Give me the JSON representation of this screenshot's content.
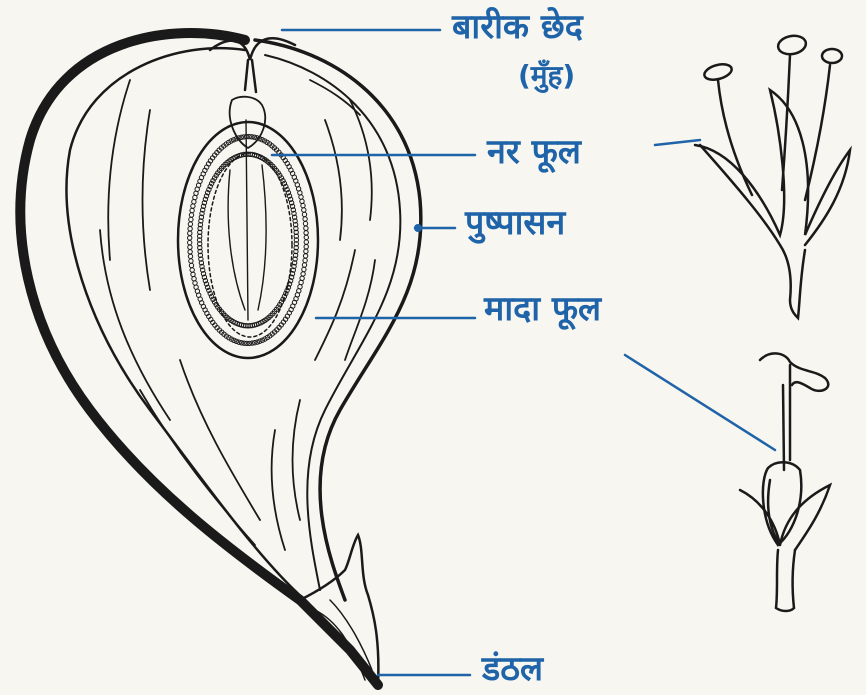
{
  "labels": {
    "ostiole": "बारीक छेद",
    "ostiole_sub": "(मुँह)",
    "male_flower": "नर फूल",
    "receptacle": "पुष्पासन",
    "female_flower": "मादा फूल",
    "stalk": "डंठल"
  },
  "colors": {
    "ink": "#1a1a1a",
    "label": "#1f63a8",
    "paper": "#f7f6f1"
  }
}
